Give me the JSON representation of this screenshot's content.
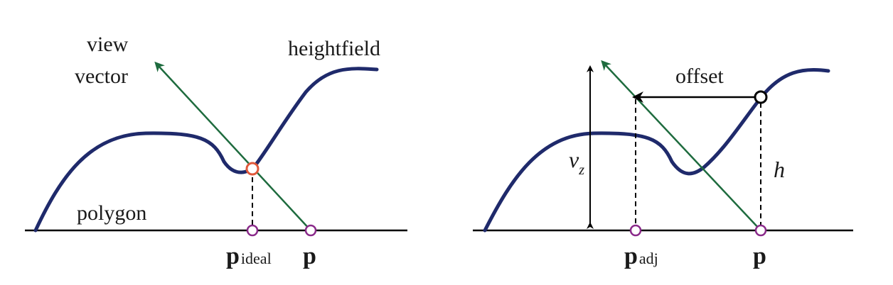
{
  "left_panel": {
    "view_label_line1": "view",
    "view_label_line2": "vector",
    "heightfield_label": "heightfield",
    "polygon_label": "polygon",
    "p_ideal_main": "p",
    "p_ideal_sub": "ideal",
    "p_label": "p"
  },
  "right_panel": {
    "offset_label": "offset",
    "vz_main": "v",
    "vz_sub": "z",
    "h_label": "h",
    "p_adj_main": "p",
    "p_adj_sub": "adj",
    "p_label": "p"
  },
  "colors": {
    "heightfield": "#1f2a6b",
    "view_vector": "#1e6b3e",
    "intersection_marker": "#e0583a",
    "base_marker": "#8a2a8a",
    "line": "#000000"
  }
}
